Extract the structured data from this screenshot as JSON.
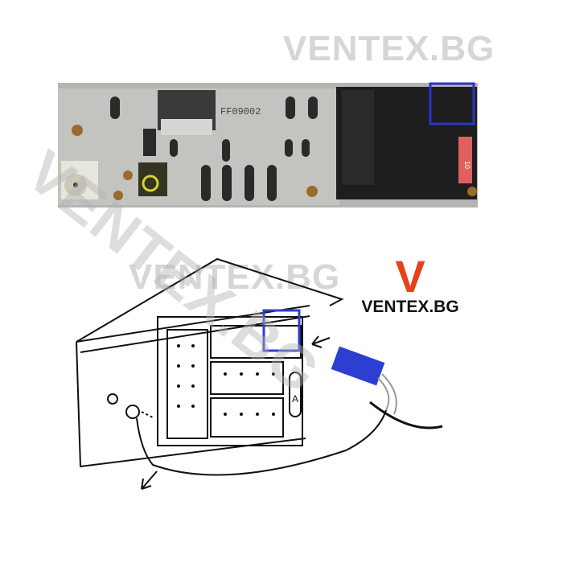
{
  "watermark": "VENTEX.BG",
  "logo": {
    "mark": "V",
    "text": "VENTEX.BG",
    "mark_color": "#e8401c"
  },
  "photo": {
    "model_label": "FF09002",
    "fuse_label": "10",
    "highlight_color": "#2a34c8"
  },
  "diagram": {
    "connector_label": "A",
    "connector_color": "#2c3fd0"
  }
}
